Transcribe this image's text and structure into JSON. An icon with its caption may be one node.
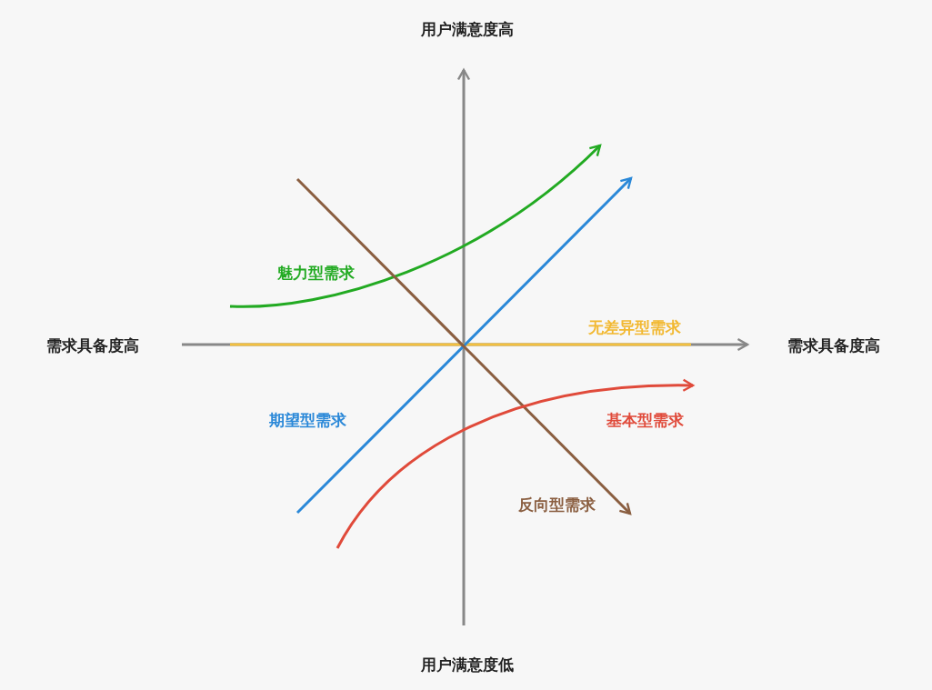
{
  "diagram": {
    "labels": [
      "用户满意度高",
      "魅力型需求",
      "需求具备度高",
      "无差异型需求",
      "需求具备度高",
      "期望型需求",
      "基本型需求",
      "反向型需求",
      "用户满意度低"
    ]
  }
}
